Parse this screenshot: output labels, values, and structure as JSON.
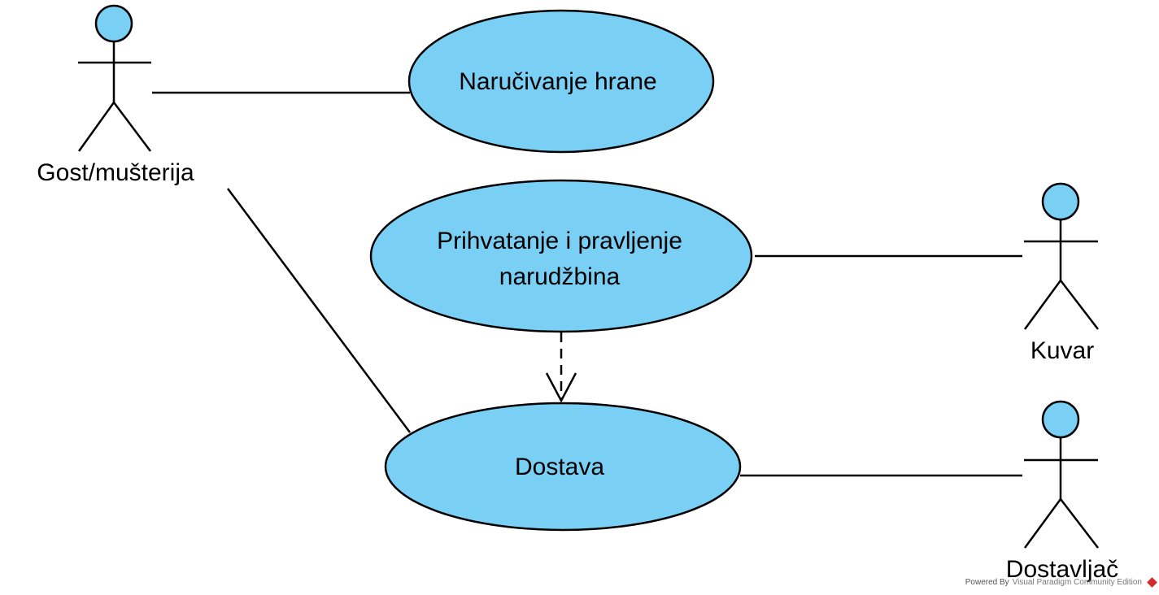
{
  "diagram": {
    "type": "UML use case diagram",
    "colors": {
      "fill": "#7ACFF5",
      "stroke": "#000000",
      "text": "#000000",
      "background": "#FFFFFF"
    },
    "actors": [
      {
        "id": "gost",
        "label": "Gost/mušterija"
      },
      {
        "id": "kuvar",
        "label": "Kuvar"
      },
      {
        "id": "dostavljac",
        "label": "Dostavljač"
      }
    ],
    "use_cases": [
      {
        "id": "narucivanje",
        "lines": [
          "Naručivanje hrane"
        ]
      },
      {
        "id": "prihvatanje",
        "lines": [
          "Prihvatanje i pravljenje",
          "narudžbina"
        ]
      },
      {
        "id": "dostava",
        "lines": [
          "Dostava"
        ]
      }
    ],
    "associations": [
      {
        "from": "gost",
        "to": "narucivanje"
      },
      {
        "from": "gost",
        "to": "dostava"
      },
      {
        "from": "kuvar",
        "to": "prihvatanje"
      },
      {
        "from": "dostavljac",
        "to": "dostava"
      }
    ],
    "dependencies": [
      {
        "from": "prihvatanje",
        "to": "dostava",
        "style": "dashed",
        "arrow": "open"
      }
    ]
  },
  "watermark": {
    "powered_by": "Powered By",
    "product": "Visual Paradigm Community Edition",
    "logo_icon": "visual-paradigm-logo-icon"
  }
}
